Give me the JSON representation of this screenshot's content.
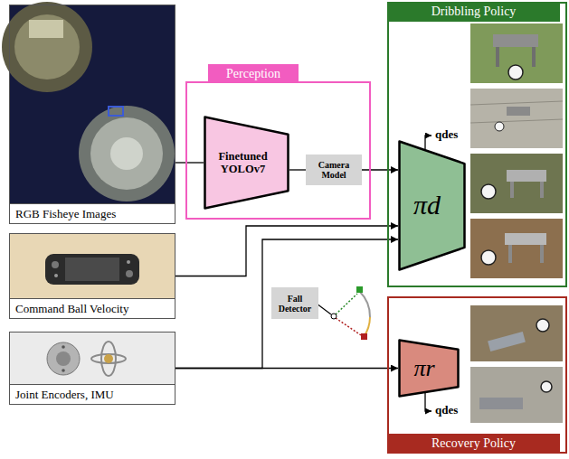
{
  "diagram": {
    "nodes": [
      {
        "text": [
          "RGB Fisheye Images"
        ]
      },
      {
        "text": [
          "Perception"
        ]
      },
      {
        "text": [
          "Finetuned YOLOv7"
        ],
        "in": 1
      },
      {
        "text": [
          "Camera Model"
        ],
        "in": 1
      },
      {
        "text": [
          "Dribbling Policy"
        ]
      },
      {
        "text": [
          "πd"
        ],
        "in": 4
      },
      {
        "text": [
          "Command Ball Velocity"
        ]
      },
      {
        "text": [
          "Fall Detector"
        ]
      },
      {
        "text": [
          "Joint Encoders, IMU"
        ]
      },
      {
        "text": [
          "Recovery Policy"
        ]
      },
      {
        "text": [
          "πr"
        ],
        "in": 9
      }
    ],
    "edges": [
      {
        "from": 0,
        "to": 2,
        "arrow": "none"
      },
      {
        "from": 2,
        "to": 3,
        "arrow": "none"
      },
      {
        "from": 3,
        "to": 5,
        "arrow": "to"
      },
      {
        "from": 6,
        "to": 5,
        "arrow": "to"
      },
      {
        "from": 8,
        "to": 5,
        "arrow": "to"
      },
      {
        "from": 8,
        "to": 10,
        "arrow": "to"
      }
    ],
    "labels": [
      "qdes",
      "qdes"
    ]
  }
}
